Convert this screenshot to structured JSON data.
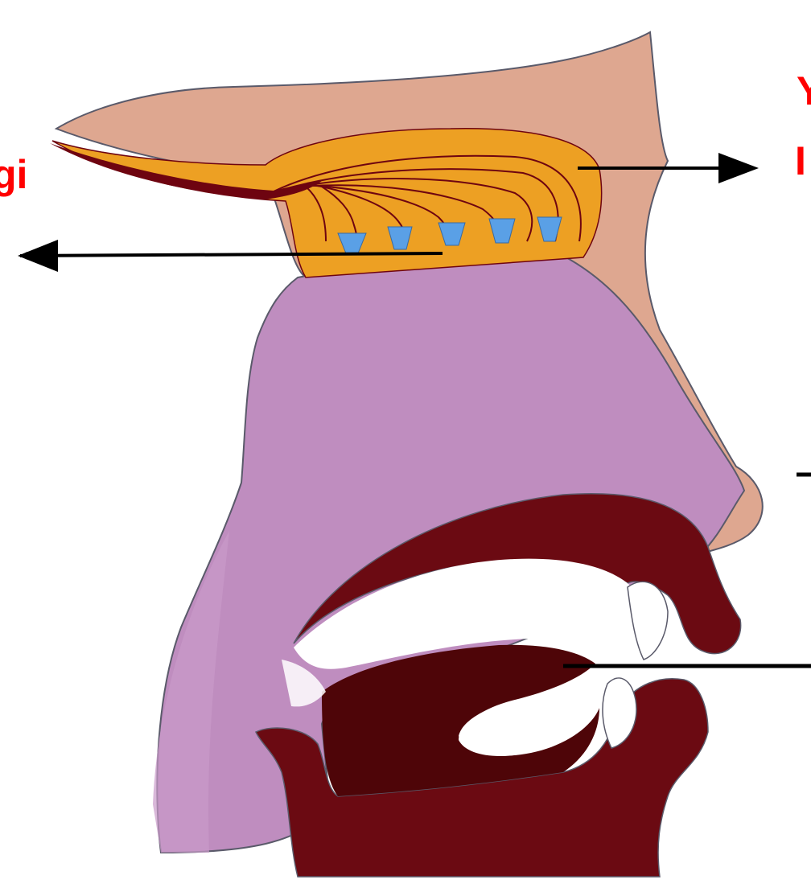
{
  "labels": {
    "left_partial": "gi",
    "right_partial_line1": "Y",
    "right_partial_line2": "I"
  },
  "colors": {
    "label_text": "#ff0000",
    "skin": "#dea790",
    "face_purple": "#bf8dbf",
    "cavity": "#f0c0f0",
    "olfactory_bulb": "#eda023",
    "nerve": "#6e0410",
    "dark_red": "#6b0a12",
    "tongue": "#4e0508",
    "receptor_blue": "#5aa0e6",
    "outline": "#5a5a6a",
    "arrow": "#000000"
  },
  "icons": {
    "arrow_left": "arrow-left-icon",
    "arrow_right": "arrow-right-icon"
  }
}
